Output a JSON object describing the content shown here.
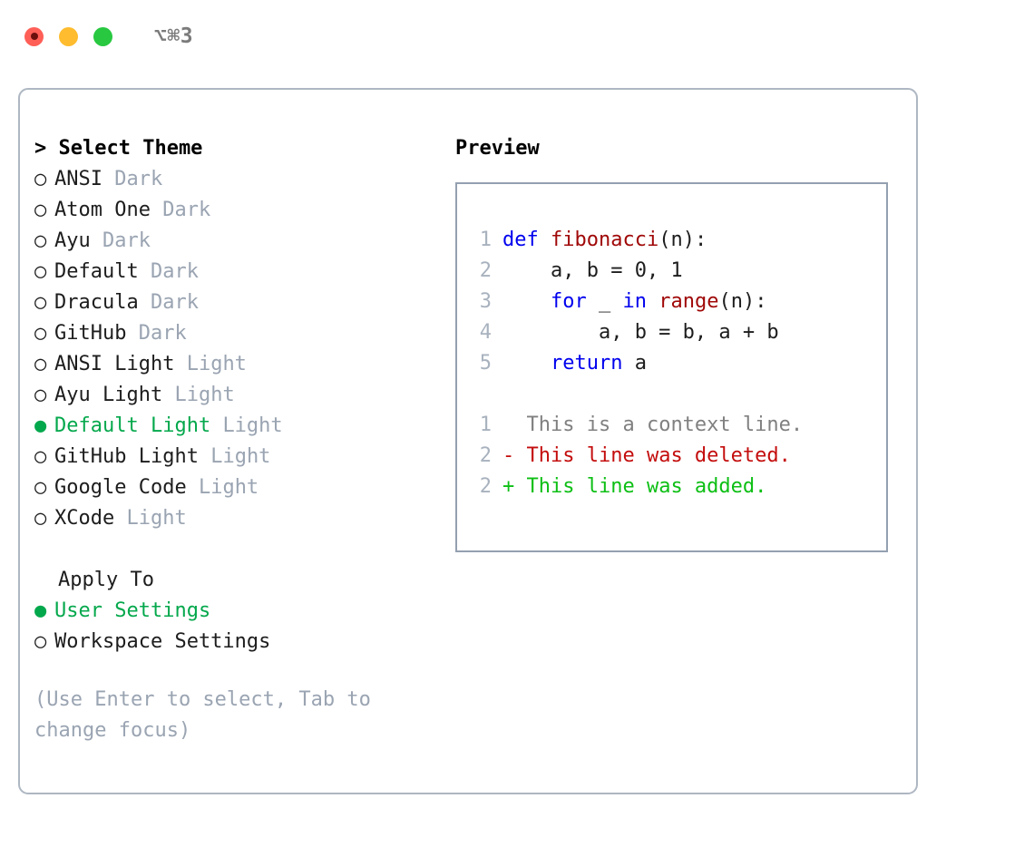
{
  "titlebar": {
    "shortcut": "⌥⌘3",
    "buttons": [
      {
        "name": "close",
        "color": "#ff5f57"
      },
      {
        "name": "minimize",
        "color": "#febc2e"
      },
      {
        "name": "maximize",
        "color": "#28c840"
      }
    ]
  },
  "colors": {
    "selected_green": "#04a84c",
    "added_green": "#0dbf14",
    "deleted_red": "#c40d0d",
    "keyword_blue": "#0000ee",
    "function_red": "#a00808",
    "muted": "#9aa4b2",
    "border": "#aeb7c2"
  },
  "theme_section": {
    "heading": "> Select Theme",
    "marker_selected": "●",
    "marker_unselected": "○",
    "items": [
      {
        "name": "ANSI",
        "variant": "Dark",
        "selected": false
      },
      {
        "name": "Atom One",
        "variant": "Dark",
        "selected": false
      },
      {
        "name": "Ayu",
        "variant": "Dark",
        "selected": false
      },
      {
        "name": "Default",
        "variant": "Dark",
        "selected": false
      },
      {
        "name": "Dracula",
        "variant": "Dark",
        "selected": false
      },
      {
        "name": "GitHub",
        "variant": "Dark",
        "selected": false
      },
      {
        "name": "ANSI Light",
        "variant": "Light",
        "selected": false
      },
      {
        "name": "Ayu Light",
        "variant": "Light",
        "selected": false
      },
      {
        "name": "Default Light",
        "variant": "Light",
        "selected": true
      },
      {
        "name": "GitHub Light",
        "variant": "Light",
        "selected": false
      },
      {
        "name": "Google Code",
        "variant": "Light",
        "selected": false
      },
      {
        "name": "XCode",
        "variant": "Light",
        "selected": false
      }
    ]
  },
  "apply_section": {
    "heading": "Apply To",
    "items": [
      {
        "name": "User Settings",
        "selected": true
      },
      {
        "name": "Workspace Settings",
        "selected": false
      }
    ]
  },
  "hint": "(Use Enter to select, Tab to change focus)",
  "preview": {
    "title": "Preview",
    "code_lines": [
      {
        "num": "1",
        "tokens": [
          {
            "t": "def",
            "c": "kw"
          },
          {
            "t": " ",
            "c": "pln"
          },
          {
            "t": "fibonacci",
            "c": "fn"
          },
          {
            "t": "(n):",
            "c": "pln"
          }
        ]
      },
      {
        "num": "2",
        "tokens": [
          {
            "t": "    a, b = 0, 1",
            "c": "pln"
          }
        ]
      },
      {
        "num": "3",
        "tokens": [
          {
            "t": "    ",
            "c": "pln"
          },
          {
            "t": "for",
            "c": "kw"
          },
          {
            "t": " _ ",
            "c": "pln"
          },
          {
            "t": "in",
            "c": "kw"
          },
          {
            "t": " ",
            "c": "pln"
          },
          {
            "t": "range",
            "c": "fn"
          },
          {
            "t": "(n):",
            "c": "pln"
          }
        ]
      },
      {
        "num": "4",
        "tokens": [
          {
            "t": "        a, b = b, a + b",
            "c": "pln"
          }
        ]
      },
      {
        "num": "5",
        "tokens": [
          {
            "t": "    ",
            "c": "pln"
          },
          {
            "t": "return",
            "c": "kw"
          },
          {
            "t": " a",
            "c": "pln"
          }
        ]
      }
    ],
    "diff_lines": [
      {
        "num": "1",
        "marker": "  ",
        "text": "This is a context line.",
        "kind": "ctx"
      },
      {
        "num": "2",
        "marker": "- ",
        "text": "This line was deleted.",
        "kind": "del"
      },
      {
        "num": "2",
        "marker": "+ ",
        "text": "This line was added.",
        "kind": "add"
      }
    ]
  }
}
